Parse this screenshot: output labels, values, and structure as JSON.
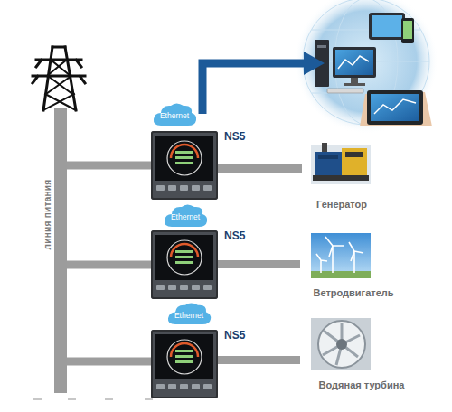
{
  "diagram": {
    "nodes": [
      {
        "text": [
          "линия питания"
        ]
      },
      {
        "text": [
          "Ethernet"
        ]
      },
      {
        "text": [
          "NS5"
        ]
      },
      {
        "text": [
          "Генератор"
        ]
      },
      {
        "text": [
          "Ethernet"
        ]
      },
      {
        "text": [
          "NS5"
        ]
      },
      {
        "text": [
          "Ветродвигатель"
        ]
      },
      {
        "text": [
          "Ethernet"
        ]
      },
      {
        "text": [
          "NS5"
        ]
      },
      {
        "text": [
          "Водяная турбина"
        ]
      }
    ],
    "edges": [
      {
        "from": 0,
        "to": 2,
        "arrow": "none"
      },
      {
        "from": 2,
        "to": 3,
        "arrow": "none"
      },
      {
        "from": 0,
        "to": 5,
        "arrow": "none"
      },
      {
        "from": 5,
        "to": 6,
        "arrow": "none"
      },
      {
        "from": 0,
        "to": 8,
        "arrow": "none"
      },
      {
        "from": 8,
        "to": 9,
        "arrow": "none"
      }
    ]
  }
}
